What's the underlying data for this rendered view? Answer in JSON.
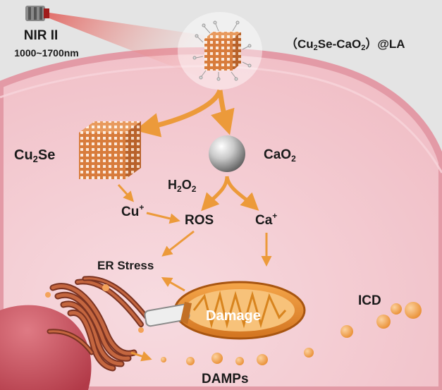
{
  "title": {
    "prefix": "（",
    "cu": "Cu",
    "sub2a": "2",
    "se_cao": "Se-CaO",
    "sub2b": "2",
    "suffix": "）@LA"
  },
  "laser": {
    "label": "NIR II",
    "range": "1000~1700nm"
  },
  "nodes": {
    "cu2se": {
      "a": "Cu",
      "sub": "2",
      "b": "Se"
    },
    "cao2": {
      "a": "CaO",
      "sub": "2"
    },
    "h2o2": {
      "a": "H",
      "sub1": "2",
      "b": "O",
      "sub2": "2"
    },
    "cu_plus": {
      "a": "Cu",
      "sup": "+"
    },
    "ros": "ROS",
    "ca_plus": {
      "a": "Ca",
      "sup": "+"
    },
    "er_stress": "ER Stress",
    "damage": "Damage",
    "icd": "ICD",
    "damps": "DAMPs"
  },
  "colors": {
    "arrow": "#ec9a3a",
    "cube": "#d27a3a",
    "cell_fill": "#f4c6cd",
    "membrane": "#e8a2ad",
    "nucleus": "#c8505c",
    "dot": "#f2a860",
    "mito": "#e8912e"
  },
  "icons": [
    "laser-icon",
    "nanocube-icon",
    "sphere-icon",
    "golgi-icon",
    "mitochondrion-icon"
  ]
}
